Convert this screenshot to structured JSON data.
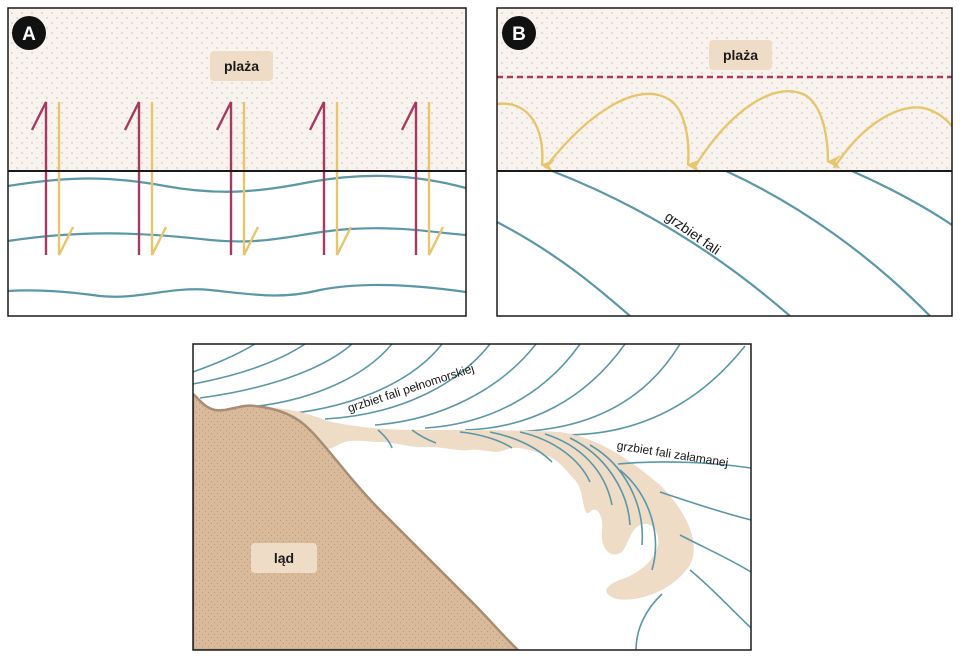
{
  "panels": {
    "a": {
      "badge": "A",
      "beach_label": "plaża"
    },
    "b": {
      "badge": "B",
      "beach_label": "plaża",
      "crest_label": "grzbiet fali"
    },
    "c": {
      "land_label": "ląd",
      "deep_crest_label": "grzbiet fali pełnomorskiej",
      "refracted_crest_label": "grzbiet fali załamanej"
    }
  },
  "colors": {
    "sand": "#f8f3ee",
    "label_bg": "#efdcc7",
    "land": "#d9bb9b",
    "land_edge": "#a88d74",
    "foam": "#efdcc7",
    "wave": "#5a97a8",
    "swash_up": "#a83a62",
    "swash_down": "#e8c56c",
    "dash": "#b03a5a"
  }
}
